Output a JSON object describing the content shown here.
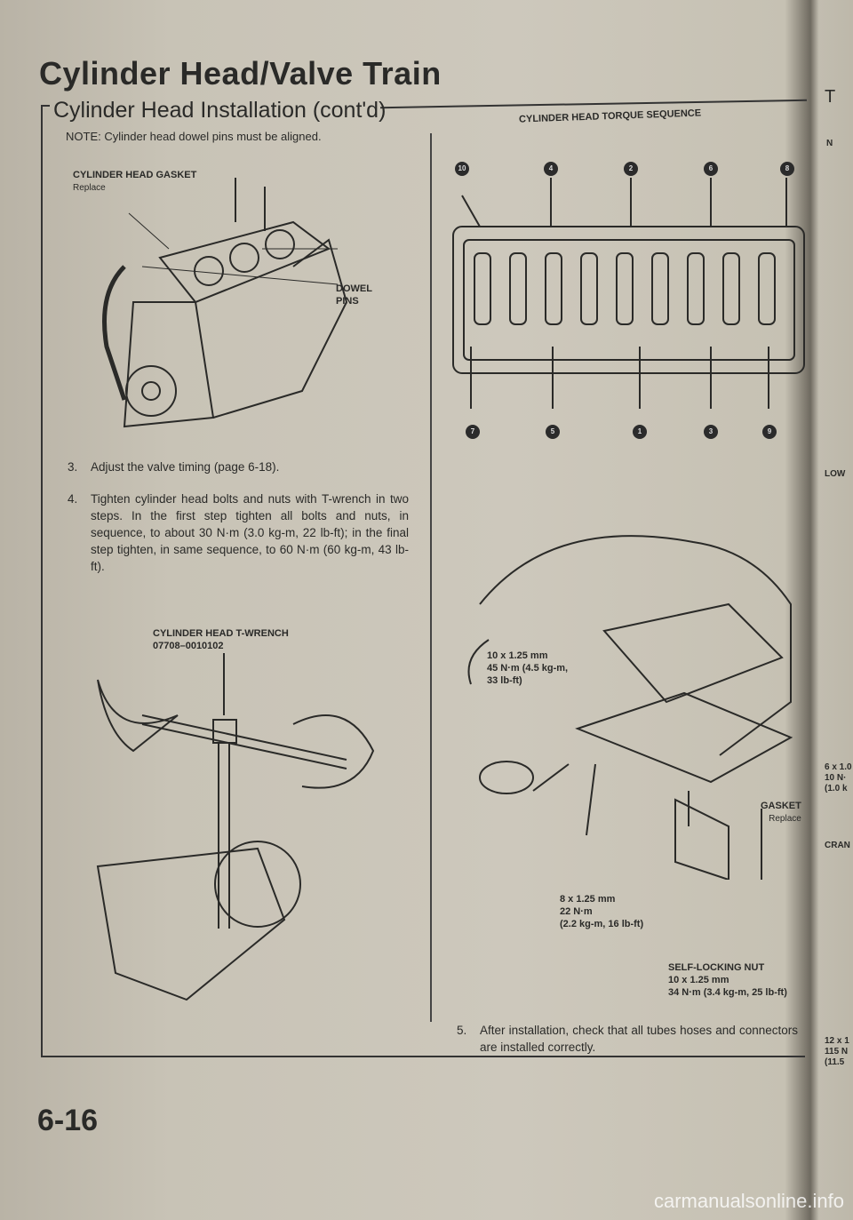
{
  "section_title": "Cylinder Head/Valve Train",
  "subsection_title": "Cylinder Head Installation (cont'd)",
  "note": "NOTE: Cylinder head dowel pins must be aligned.",
  "gasket_figure": {
    "label": "CYLINDER HEAD GASKET",
    "sublabel": "Replace",
    "dowel_label": "DOWEL",
    "dowel_label2": "PINS"
  },
  "steps": [
    {
      "num": "3.",
      "text": "Adjust the valve timing (page 6-18)."
    },
    {
      "num": "4.",
      "text": "Tighten cylinder head bolts and nuts with T-wrench in two steps. In the first step tighten all bolts and nuts, in sequence, to about 30 N·m (3.0 kg-m, 22 lb-ft); in the final step tighten, in same sequence, to 60 N·m (60 kg-m, 43 lb-ft)."
    },
    {
      "num": "5.",
      "text": "After installation, check that all tubes hoses and connectors are installed correctly."
    }
  ],
  "wrench_figure": {
    "label": "CYLINDER HEAD T-WRENCH",
    "part_no": "07708–0010102"
  },
  "torque_sequence": {
    "title": "CYLINDER HEAD TORQUE SEQUENCE",
    "top_row": [
      "10",
      "4",
      "2",
      "6",
      "8"
    ],
    "bottom_row": [
      "7",
      "5",
      "1",
      "3",
      "9"
    ]
  },
  "manifold_figure": {
    "bolt1": [
      "10 x 1.25 mm",
      "45 N·m (4.5 kg-m,",
      "33 lb-ft)"
    ],
    "gasket": [
      "GASKET",
      "Replace"
    ],
    "bolt2": [
      "8 x 1.25 mm",
      "22 N·m",
      "(2.2 kg-m, 16 lb-ft)"
    ],
    "nut": [
      "SELF-LOCKING NUT",
      "10 x 1.25 mm",
      "34 N·m (3.4 kg-m, 25 lb-ft)"
    ]
  },
  "page_number": "6-16",
  "next_page_fragments": [
    "T",
    "N",
    "LOW",
    "6 x 1.0",
    "10 N·",
    "(1.0 k",
    "CRAN",
    "12 x 1",
    "115 N",
    "(11.5"
  ],
  "watermark": "carmanualsonline.info"
}
